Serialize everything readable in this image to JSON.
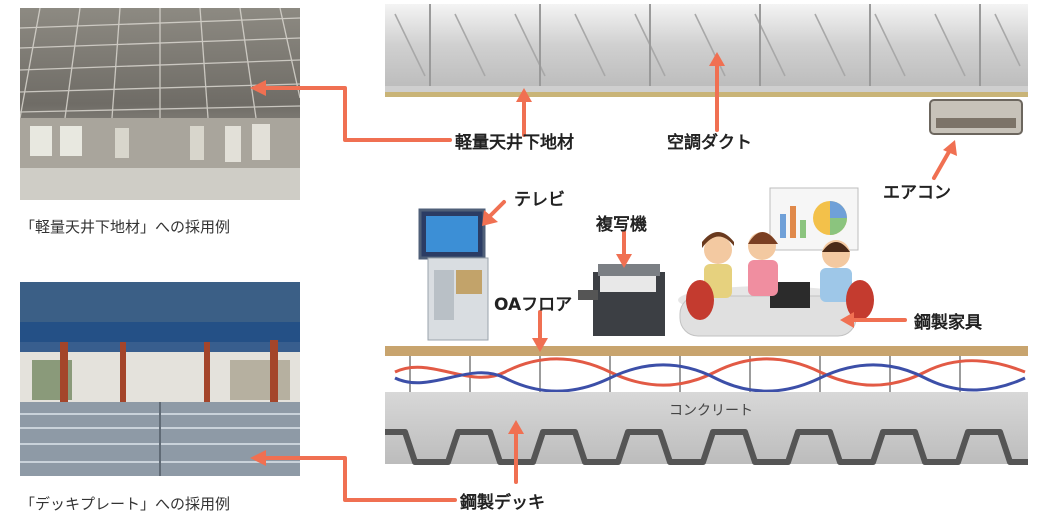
{
  "photos": {
    "ceiling_caption": "「軽量天井下地材」への採用例",
    "deck_caption": "「デッキプレート」への採用例"
  },
  "labels": {
    "ceiling_frame": "軽量天井下地材",
    "air_duct": "空調ダクト",
    "air_conditioner": "エアコン",
    "tv": "テレビ",
    "copier": "複写機",
    "oa_floor": "OAフロア",
    "steel_furniture": "鋼製家具",
    "concrete": "コンクリート",
    "steel_deck": "鋼製デッキ"
  },
  "colors": {
    "arrow": "#f07052",
    "floor": "#c8a46e",
    "concrete": "#c9c9c9",
    "duct": "#d8d8d8"
  }
}
